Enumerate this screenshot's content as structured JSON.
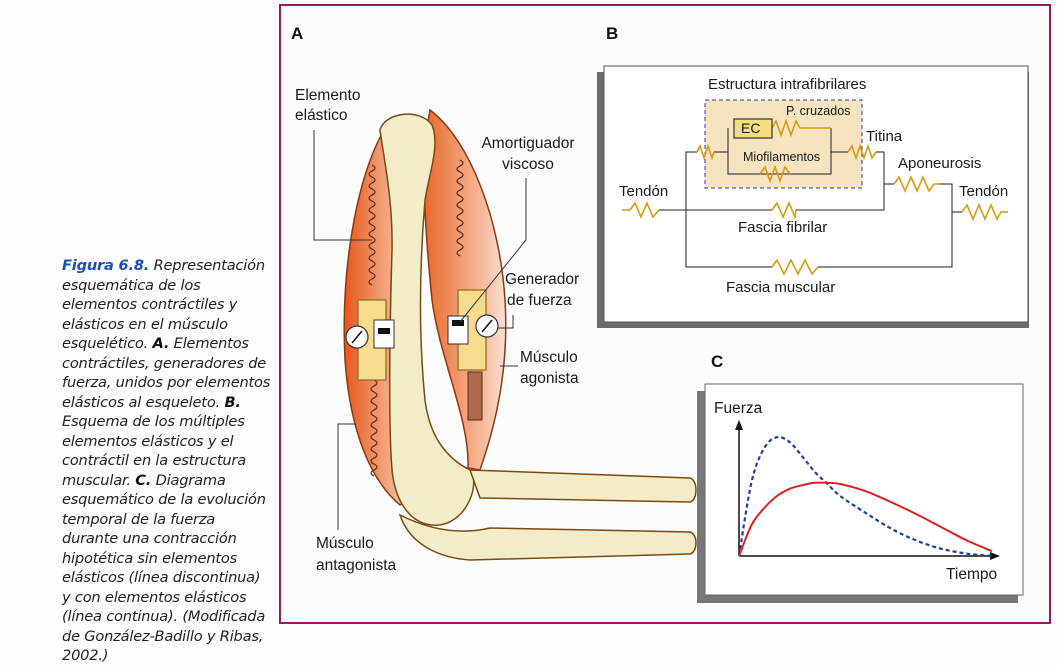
{
  "caption": {
    "figure_label": "Figura 6.8.",
    "intro": " Representación esquemática de los elementos contráctiles y elásticos en el músculo esquelético. ",
    "a_label": "A.",
    "a_text": " Elementos contráctiles, generadores de fuerza, unidos por elementos elásticos al esqueleto. ",
    "b_label": "B.",
    "b_text": " Esquema de los múltiples elementos elásticos y el contráctil en la estructura muscular. ",
    "c_label": "C.",
    "c_text": " Diagrama esquemático de la evolución temporal de la fuerza durante una contracción hipotética sin elementos elásticos (línea discontinua) y con elementos elásticos (línea continua). (Modificada de González-Badillo y Ribas, 2002.)"
  },
  "colors": {
    "frame": "#a0145e",
    "figure_label": "#1a4fb8",
    "spring": "#d99a12",
    "dashed_curve": "#1f3f9e",
    "solid_curve": "#e02020",
    "intrafibrillar_box": "#f6e3c0",
    "ec_box": "#f3e07a"
  },
  "panel_a": {
    "letter": "A",
    "labels": {
      "elastic_element_1": "Elemento",
      "elastic_element_2": "elástico",
      "damper_1": "Amortiguador",
      "damper_2": "viscoso",
      "generator_1": "Generador",
      "generator_2": "de fuerza",
      "agonist_1": "Músculo",
      "agonist_2": "agonista",
      "antagonist_1": "Músculo",
      "antagonist_2": "antagonista"
    }
  },
  "panel_b": {
    "letter": "B",
    "title": "Estructura intrafibrilares",
    "ec": "EC",
    "cross_bridges": "P. cruzados",
    "myofilaments": "Miofilamentos",
    "titin": "Titina",
    "aponeurosis": "Aponeurosis",
    "tendon_left": "Tendón",
    "tendon_right": "Tendón",
    "fibrillar_fascia": "Fascia fibrilar",
    "muscle_fascia": "Fascia muscular"
  },
  "chart_data": {
    "type": "line",
    "panel_letter": "C",
    "title": "",
    "xlabel": "Tiempo",
    "ylabel": "Fuerza",
    "xlim": [
      0,
      1
    ],
    "ylim": [
      0,
      1
    ],
    "grid": false,
    "legend": "none",
    "series": [
      {
        "name": "sin elementos elásticos",
        "style": "dashed",
        "x": [
          0,
          0.05,
          0.1,
          0.15,
          0.2,
          0.25,
          0.3,
          0.35,
          0.4,
          0.5,
          0.6,
          0.7,
          0.8,
          0.9,
          1.0
        ],
        "y": [
          0,
          0.62,
          0.9,
          0.99,
          0.95,
          0.83,
          0.7,
          0.6,
          0.5,
          0.36,
          0.23,
          0.13,
          0.06,
          0.02,
          0.0
        ]
      },
      {
        "name": "con elementos elásticos",
        "style": "solid",
        "x": [
          0,
          0.05,
          0.1,
          0.15,
          0.2,
          0.25,
          0.3,
          0.35,
          0.4,
          0.5,
          0.6,
          0.7,
          0.8,
          0.9,
          1.0
        ],
        "y": [
          0,
          0.26,
          0.4,
          0.5,
          0.56,
          0.59,
          0.61,
          0.61,
          0.6,
          0.54,
          0.45,
          0.35,
          0.24,
          0.13,
          0.04
        ]
      }
    ]
  }
}
